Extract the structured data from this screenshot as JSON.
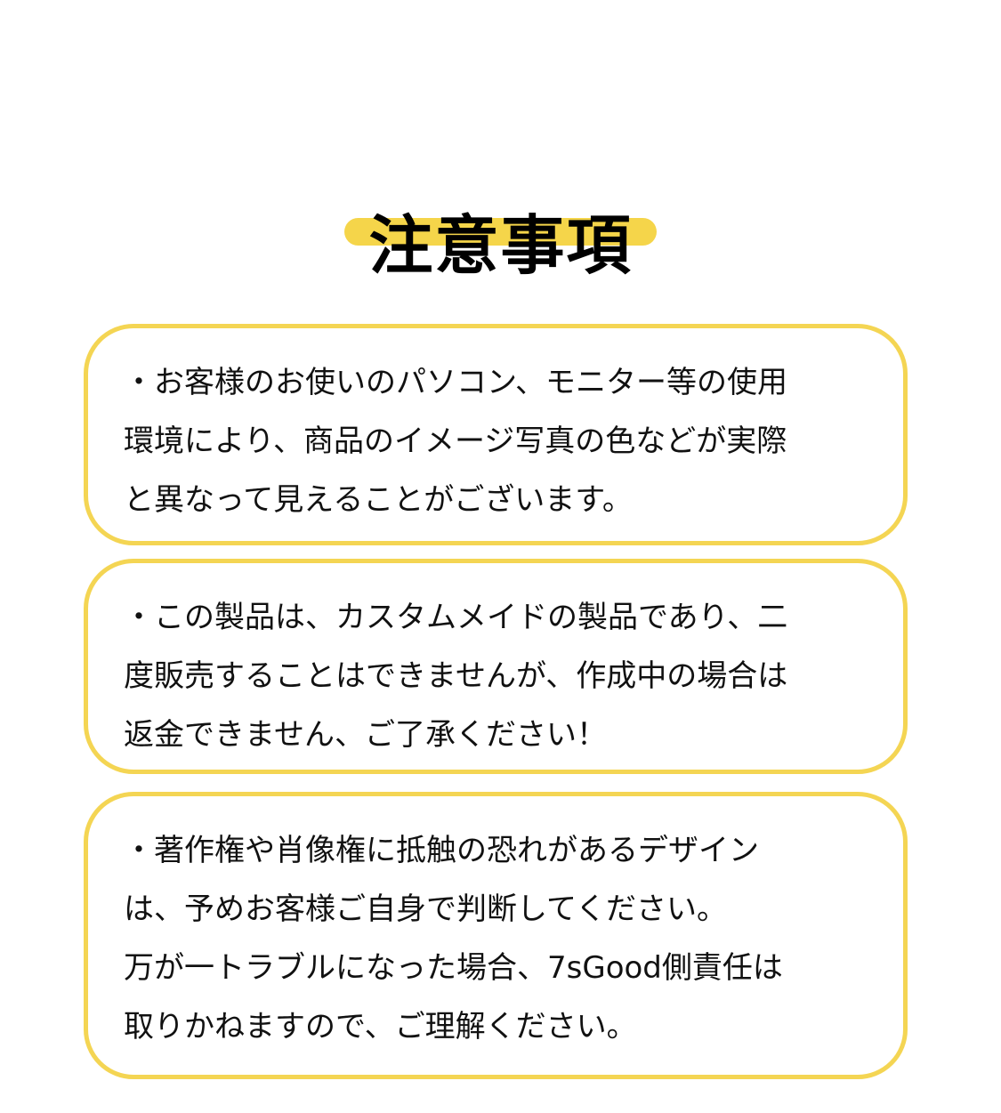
{
  "header": {
    "title": "注意事項",
    "accent_color": "#F5D54A"
  },
  "notices": [
    {
      "lines": [
        "・お客様のお使いのパソコン、モニター等の使用",
        "環境により、商品のイメージ写真の色などが実際",
        "と異なって見えることがございます。"
      ]
    },
    {
      "lines": [
        "・この製品は、カスタムメイドの製品であり、二",
        "度販売することはできませんが、作成中の場合は",
        "返金できません、ご了承ください！"
      ]
    },
    {
      "lines": [
        "・著作権や肖像権に抵触の恐れがあるデザイン",
        "は、予めお客様ご自身で判断してください。",
        "万が一トラブルになった場合、7sGood側責任は",
        "取りかねますので、ご理解ください。"
      ]
    }
  ],
  "colors": {
    "card_border": "#F4D553",
    "text": "#111111",
    "background": "#FFFFFF"
  }
}
